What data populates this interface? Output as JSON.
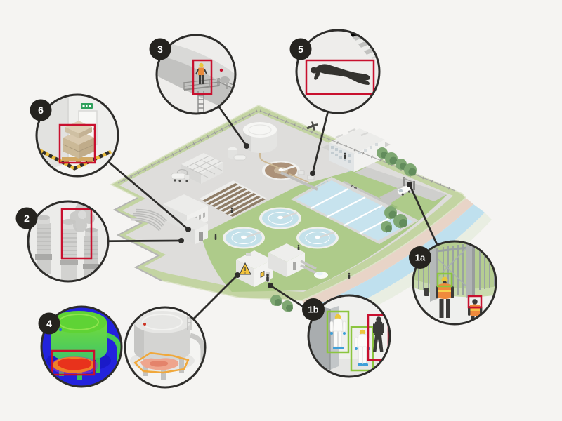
{
  "canvas": {
    "background": "#f5f4f2"
  },
  "colors": {
    "ink": "#2e2d2b",
    "badge_background": "#25231f",
    "detection_box_red": "#c8102e",
    "detection_box_green": "#8bc53f",
    "annotation_outline_orange": "#f0a83c",
    "thermal_blue": "#2323dd",
    "thermal_green": "#5fd335",
    "thermal_hot_red": "#e8321c",
    "grass_border": "#bdd09c",
    "lawn": "#aecb8a",
    "river_water": "#bfe0ee",
    "shore_path": "#e8d4c7",
    "concrete": "#dedddb",
    "hazard_tape_yellow": "#e8bb3c",
    "hi_vis_vest_orange": "#ef8a3c",
    "helmet_yellow": "#e9c83d",
    "ppe_glove_blue": "#3e9fd8",
    "exit_sign_green": "#2fa05c"
  },
  "callouts": [
    {
      "id": "1a",
      "label": "1a",
      "scene": "access-control-at-gate",
      "detection_boxes": [
        "green",
        "red"
      ]
    },
    {
      "id": "1b",
      "label": "1b",
      "scene": "protective-equipment-detection-at-door",
      "detection_boxes": [
        "green",
        "green",
        "red"
      ]
    },
    {
      "id": "2",
      "label": "2",
      "scene": "smoke-at-pump-station",
      "detection_boxes": [
        "red"
      ]
    },
    {
      "id": "3",
      "label": "3",
      "scene": "worker-on-tank-ladder",
      "detection_boxes": [
        "red"
      ]
    },
    {
      "id": "4",
      "label": "4",
      "scene": "thermal-leak-detection-pair",
      "detection_boxes": [
        "red"
      ]
    },
    {
      "id": "5",
      "label": "5",
      "scene": "fallen-person-by-stairs",
      "detection_boxes": [
        "red"
      ]
    },
    {
      "id": "6",
      "label": "6",
      "scene": "boxes-blocking-emergency-exit",
      "detection_boxes": [
        "red"
      ]
    }
  ]
}
